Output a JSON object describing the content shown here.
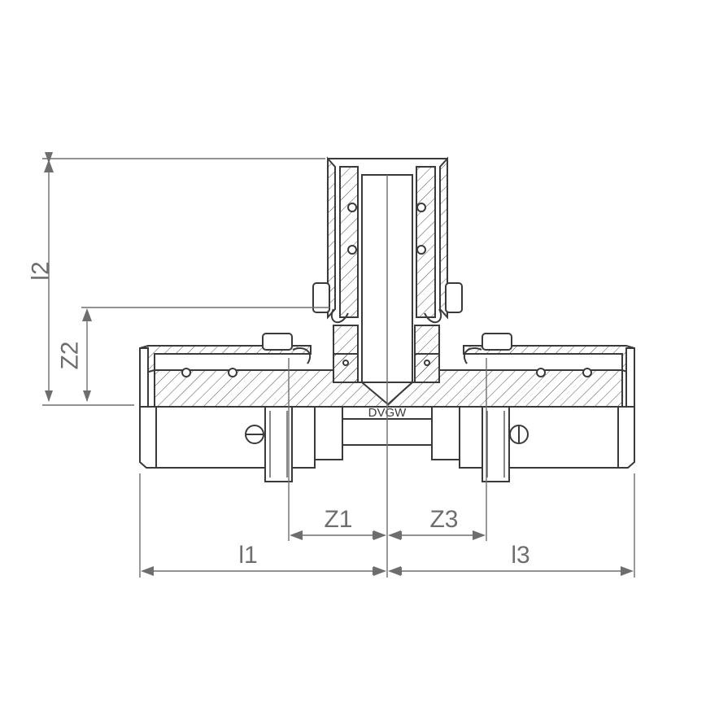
{
  "dimensions": {
    "l1": "l1",
    "l2": "l2",
    "l3": "l3",
    "z1": "Z1",
    "z2": "Z2",
    "z3": "Z3"
  },
  "marking": "DVGW",
  "colors": {
    "line": "#3a3a3a",
    "dimension": "#6e6e6e",
    "background": "#ffffff"
  }
}
